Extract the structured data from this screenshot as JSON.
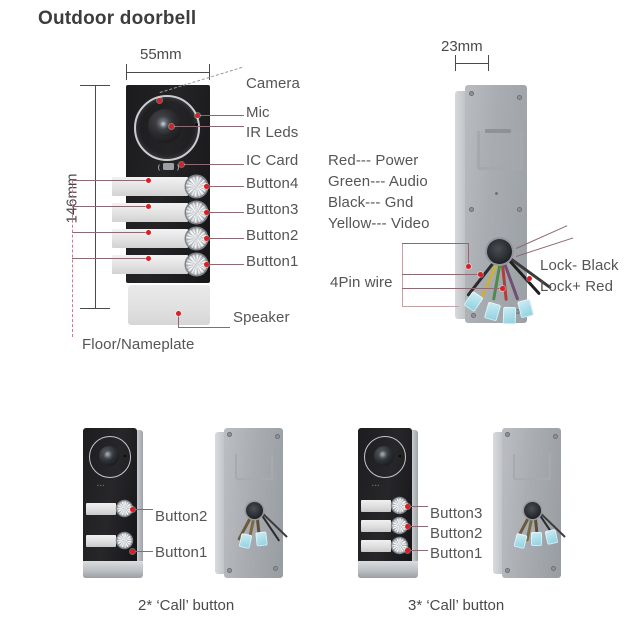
{
  "title": "Outdoor doorbell",
  "main_diagram": {
    "dimensions": {
      "width": "55mm",
      "height": "146mm"
    },
    "front_labels": [
      {
        "id": "camera",
        "text": "Camera"
      },
      {
        "id": "mic",
        "text": "Mic"
      },
      {
        "id": "ir-leds",
        "text": "IR Leds"
      },
      {
        "id": "ic-card",
        "text": "IC Card"
      },
      {
        "id": "button4",
        "text": "Button4"
      },
      {
        "id": "button3",
        "text": "Button3"
      },
      {
        "id": "button2",
        "text": "Button2"
      },
      {
        "id": "button1",
        "text": "Button1"
      },
      {
        "id": "speaker",
        "text": "Speaker"
      },
      {
        "id": "nameplate",
        "text": "Floor/Nameplate"
      }
    ]
  },
  "back_diagram": {
    "dimensions": {
      "depth": "23mm"
    },
    "wire_legend": [
      {
        "color": "Red",
        "text": "Red--- Power"
      },
      {
        "color": "Green",
        "text": "Green--- Audio"
      },
      {
        "color": "Black",
        "text": "Black--- Gnd"
      },
      {
        "color": "Yellow",
        "text": "Yellow--- Video"
      }
    ],
    "pin_label": "4Pin wire",
    "lock_labels": [
      {
        "text": "Lock- Black"
      },
      {
        "text": "Lock+ Red"
      }
    ]
  },
  "variants": [
    {
      "id": "two-call",
      "caption": "2* ‘Call’ button",
      "buttons": [
        {
          "text": "Button2"
        },
        {
          "text": "Button1"
        }
      ]
    },
    {
      "id": "three-call",
      "caption": "3* ‘Call’ button",
      "buttons": [
        {
          "text": "Button3"
        },
        {
          "text": "Button2"
        },
        {
          "text": "Button1"
        }
      ]
    }
  ],
  "colors": {
    "accent_dot": "#d81f26",
    "leader": "#8d6a72",
    "text": "#4a4a4a",
    "body_black": "#1f1f22",
    "body_gray": "#a9adb2"
  }
}
